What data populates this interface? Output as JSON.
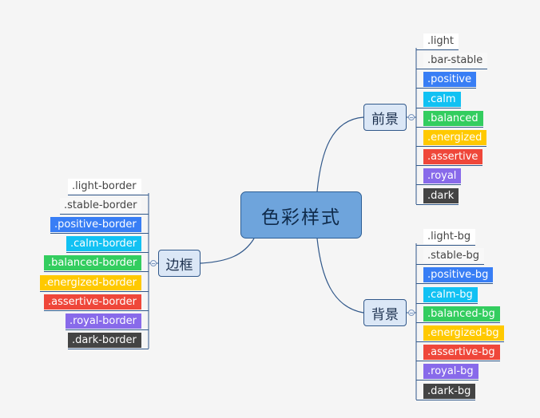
{
  "central_topic": "色彩样式",
  "branches": [
    {
      "key": "foreground",
      "label": "前景",
      "items": [
        {
          "text": ".light",
          "bg": "#ffffff",
          "fg": "#444444"
        },
        {
          "text": ".bar-stable",
          "bg": "#f8f8f8",
          "fg": "#444444"
        },
        {
          "text": ".positive",
          "bg": "#387ef5",
          "fg": "#ffffff"
        },
        {
          "text": ".calm",
          "bg": "#11c1f3",
          "fg": "#ffffff"
        },
        {
          "text": ".balanced",
          "bg": "#33cd5f",
          "fg": "#ffffff"
        },
        {
          "text": ".energized",
          "bg": "#ffc900",
          "fg": "#ffffff"
        },
        {
          "text": ".assertive",
          "bg": "#ef473a",
          "fg": "#ffffff"
        },
        {
          "text": ".royal",
          "bg": "#886aea",
          "fg": "#ffffff"
        },
        {
          "text": ".dark",
          "bg": "#444444",
          "fg": "#ffffff"
        }
      ]
    },
    {
      "key": "background",
      "label": "背景",
      "items": [
        {
          "text": ".light-bg",
          "bg": "#ffffff",
          "fg": "#444444"
        },
        {
          "text": ".stable-bg",
          "bg": "#f8f8f8",
          "fg": "#444444"
        },
        {
          "text": ".positive-bg",
          "bg": "#387ef5",
          "fg": "#ffffff"
        },
        {
          "text": ".calm-bg",
          "bg": "#11c1f3",
          "fg": "#ffffff"
        },
        {
          "text": ".balanced-bg",
          "bg": "#33cd5f",
          "fg": "#ffffff"
        },
        {
          "text": ".energized-bg",
          "bg": "#ffc900",
          "fg": "#ffffff"
        },
        {
          "text": ".assertive-bg",
          "bg": "#ef473a",
          "fg": "#ffffff"
        },
        {
          "text": ".royal-bg",
          "bg": "#886aea",
          "fg": "#ffffff"
        },
        {
          "text": ".dark-bg",
          "bg": "#444444",
          "fg": "#ffffff"
        }
      ]
    },
    {
      "key": "border",
      "label": "边框",
      "items": [
        {
          "text": ".light-border",
          "bg": "#ffffff",
          "fg": "#444444"
        },
        {
          "text": ".stable-border",
          "bg": "#f8f8f8",
          "fg": "#444444"
        },
        {
          "text": ".positive-border",
          "bg": "#387ef5",
          "fg": "#ffffff"
        },
        {
          "text": ".calm-border",
          "bg": "#11c1f3",
          "fg": "#ffffff"
        },
        {
          "text": ".balanced-border",
          "bg": "#33cd5f",
          "fg": "#ffffff"
        },
        {
          "text": ".energized-border",
          "bg": "#ffc900",
          "fg": "#ffffff"
        },
        {
          "text": ".assertive-border",
          "bg": "#ef473a",
          "fg": "#ffffff"
        },
        {
          "text": ".royal-border",
          "bg": "#886aea",
          "fg": "#ffffff"
        },
        {
          "text": ".dark-border",
          "bg": "#444444",
          "fg": "#ffffff"
        }
      ]
    }
  ],
  "colors": {
    "canvas": "#f5f5f5",
    "connector": "#31588a",
    "central_fill": "#6ea4dc",
    "topic_fill": "#dbe7f6"
  }
}
